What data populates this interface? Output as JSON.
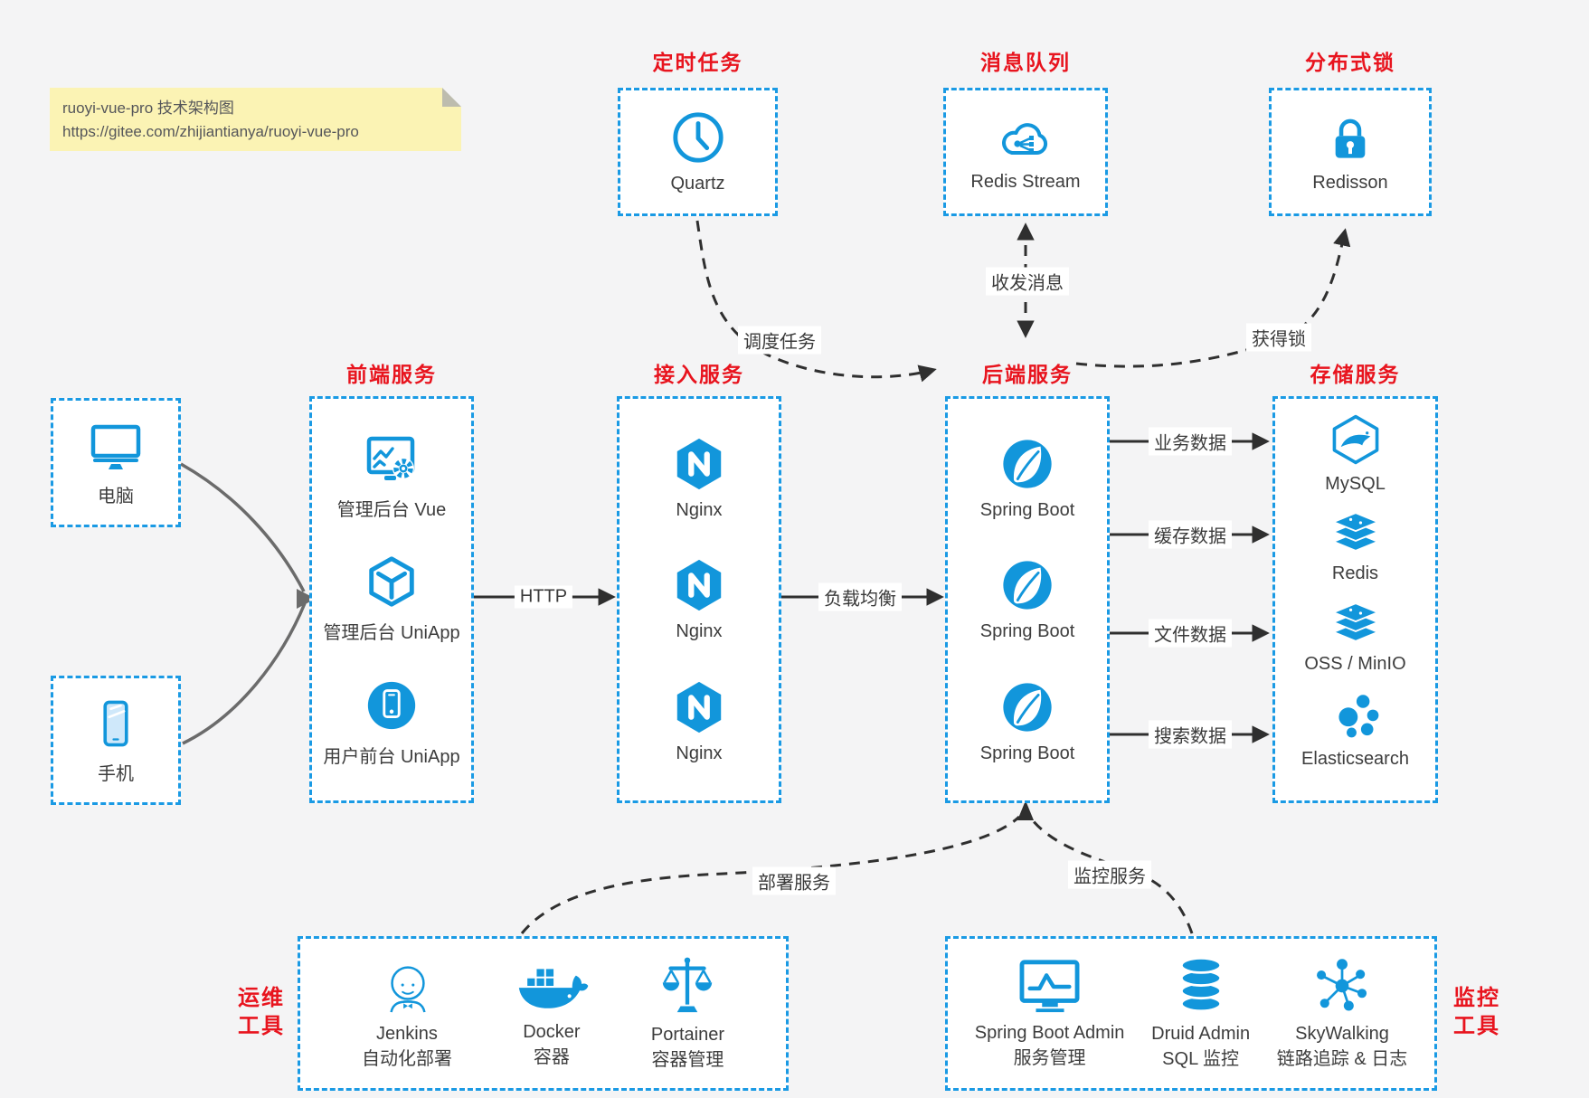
{
  "note": {
    "line1": "ruoyi-vue-pro 技术架构图",
    "line2": "https://gitee.com/zhijiantianya/ruoyi-vue-pro"
  },
  "top_groups": [
    {
      "title": "定时任务",
      "item": {
        "icon": "clock-icon",
        "label": "Quartz"
      }
    },
    {
      "title": "消息队列",
      "item": {
        "icon": "cloud-stream-icon",
        "label": "Redis Stream"
      }
    },
    {
      "title": "分布式锁",
      "item": {
        "icon": "lock-icon",
        "label": "Redisson"
      }
    }
  ],
  "clients": [
    {
      "icon": "desktop-icon",
      "label": "电脑"
    },
    {
      "icon": "smartphone-icon",
      "label": "手机"
    }
  ],
  "columns": [
    {
      "title": "前端服务",
      "items": [
        {
          "icon": "admin-vue-icon",
          "label": "管理后台 Vue"
        },
        {
          "icon": "uniapp-cube-icon",
          "label": "管理后台 UniApp"
        },
        {
          "icon": "user-app-icon",
          "label": "用户前台 UniApp"
        }
      ]
    },
    {
      "title": "接入服务",
      "items": [
        {
          "icon": "nginx-icon",
          "label": "Nginx"
        },
        {
          "icon": "nginx-icon",
          "label": "Nginx"
        },
        {
          "icon": "nginx-icon",
          "label": "Nginx"
        }
      ]
    },
    {
      "title": "后端服务",
      "items": [
        {
          "icon": "spring-boot-icon",
          "label": "Spring Boot"
        },
        {
          "icon": "spring-boot-icon",
          "label": "Spring Boot"
        },
        {
          "icon": "spring-boot-icon",
          "label": "Spring Boot"
        }
      ]
    },
    {
      "title": "存储服务",
      "items": [
        {
          "icon": "mysql-icon",
          "label": "MySQL"
        },
        {
          "icon": "redis-icon",
          "label": "Redis"
        },
        {
          "icon": "oss-icon",
          "label": "OSS / MinIO"
        },
        {
          "icon": "elasticsearch-icon",
          "label": "Elasticsearch"
        }
      ]
    }
  ],
  "bottom_groups": [
    {
      "title_line1": "运维",
      "title_line2": "工具",
      "items": [
        {
          "icon": "jenkins-icon",
          "label": "Jenkins",
          "sublabel": "自动化部署"
        },
        {
          "icon": "docker-icon",
          "label": "Docker",
          "sublabel": "容器"
        },
        {
          "icon": "portainer-icon",
          "label": "Portainer",
          "sublabel": "容器管理"
        }
      ]
    },
    {
      "title_line1": "监控",
      "title_line2": "工具",
      "items": [
        {
          "icon": "spring-boot-admin-icon",
          "label": "Spring Boot Admin",
          "sublabel": "服务管理"
        },
        {
          "icon": "druid-icon",
          "label": "Druid Admin",
          "sublabel": "SQL 监控"
        },
        {
          "icon": "skywalking-icon",
          "label": "SkyWalking",
          "sublabel": "链路追踪 & 日志"
        }
      ]
    }
  ],
  "edge_labels": {
    "schedule": "调度任务",
    "message": "收发消息",
    "lock": "获得锁",
    "http": "HTTP",
    "load_balance": "负载均衡",
    "business": "业务数据",
    "cache": "缓存数据",
    "file": "文件数据",
    "search": "搜索数据",
    "deploy": "部署服务",
    "monitor": "监控服务"
  },
  "colors": {
    "accent_blue": "#1296db",
    "border_blue": "#1a9ae4",
    "title_red": "#e8141e",
    "connector_dark": "#2f2f2f",
    "connector_gray": "#6b6b6b",
    "note_bg": "#fbf3b4",
    "canvas_bg": "#f4f4f5"
  }
}
